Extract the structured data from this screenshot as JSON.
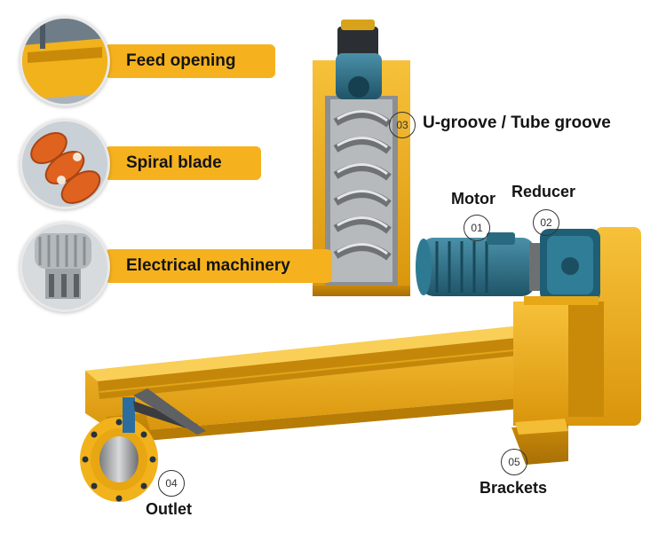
{
  "colors": {
    "accent": "#f6b21e",
    "machine_yellow": "#f2b21b",
    "motor_blue": "#2c6e86"
  },
  "features": [
    {
      "label": "Feed opening",
      "icon": "feed-opening-photo"
    },
    {
      "label": "Spiral blade",
      "icon": "spiral-blade-photo"
    },
    {
      "label": "Electrical machinery",
      "icon": "electric-motor-photo"
    }
  ],
  "callouts": {
    "u_groove": {
      "number": "03",
      "label": "U-groove / Tube groove"
    },
    "motor": {
      "number": "01",
      "label": "Motor"
    },
    "reducer": {
      "number": "02",
      "label": "Reducer"
    },
    "outlet": {
      "number": "04",
      "label": "Outlet"
    },
    "brackets": {
      "number": "05",
      "label": "Brackets"
    }
  }
}
